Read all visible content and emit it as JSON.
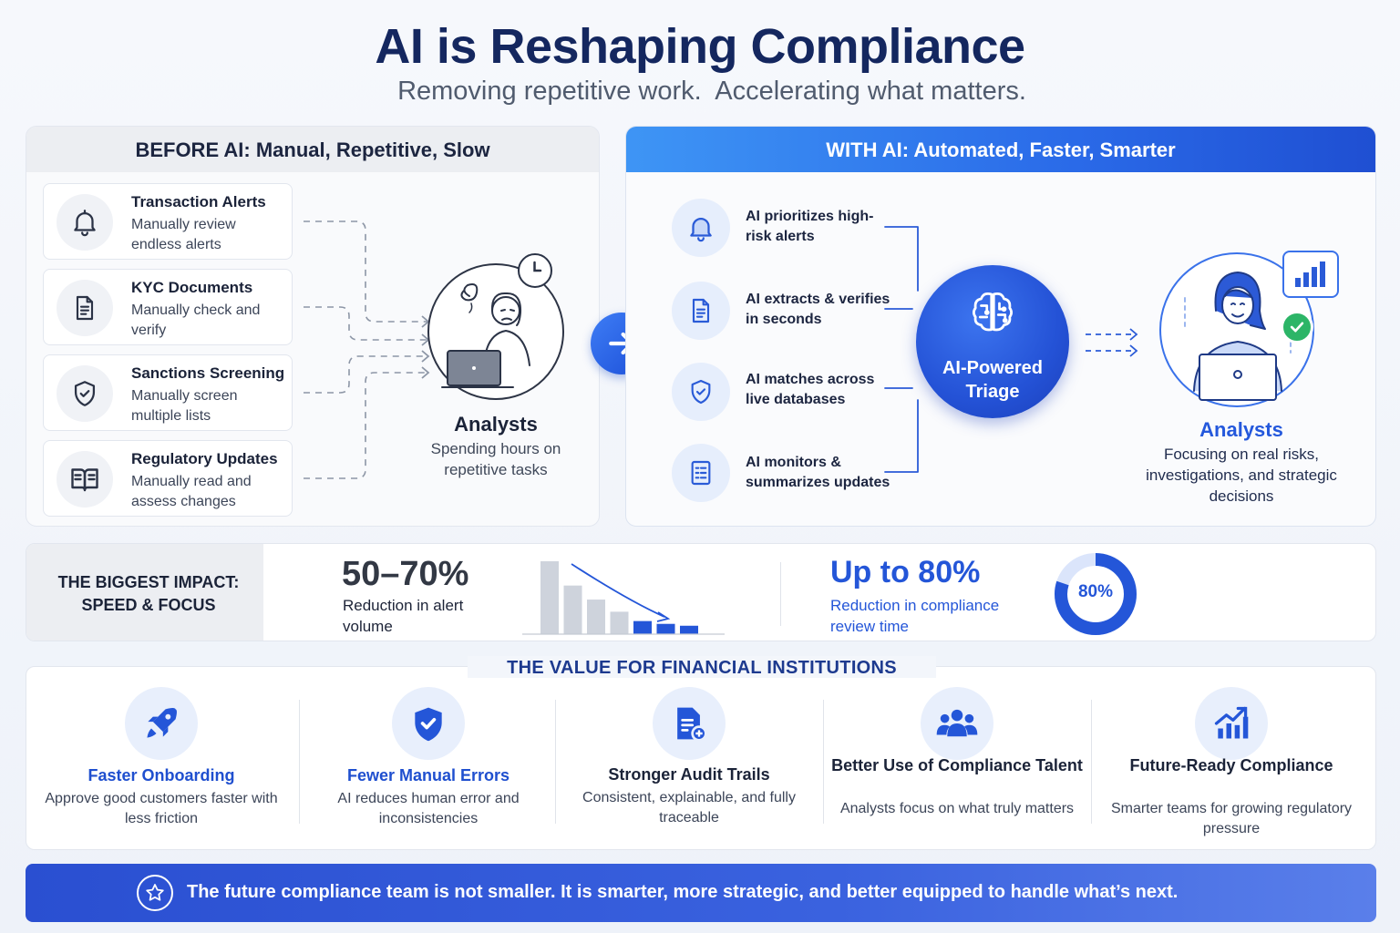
{
  "header": {
    "title": "AI is Reshaping Compliance",
    "subtitle": "Removing repetitive work.  Accelerating what matters."
  },
  "before": {
    "heading": "BEFORE AI: Manual, Repetitive, Slow",
    "tasks": [
      {
        "title": "Transaction Alerts",
        "desc": "Manually review endless alerts",
        "icon": "bell-icon"
      },
      {
        "title": "KYC Documents",
        "desc": "Manually check and verify",
        "icon": "document-icon"
      },
      {
        "title": "Sanctions Screening",
        "desc": "Manually screen multiple lists",
        "icon": "shield-check-icon"
      },
      {
        "title": "Regulatory Updates",
        "desc": "Manually read and assess changes",
        "icon": "open-book-icon"
      }
    ],
    "analyst": {
      "title": "Analysts",
      "desc": "Spending hours on repetitive tasks"
    }
  },
  "with": {
    "heading": "WITH AI: Automated, Faster, Smarter",
    "steps": [
      {
        "text": "AI prioritizes high-risk alerts",
        "icon": "bell-icon"
      },
      {
        "text": "AI extracts & verifies in seconds",
        "icon": "document-icon"
      },
      {
        "text": "AI matches across live databases",
        "icon": "shield-check-icon"
      },
      {
        "text": "AI monitors & summarizes updates",
        "icon": "list-document-icon"
      }
    ],
    "hub": {
      "line1": "AI-Powered",
      "line2": "Triage"
    },
    "analyst": {
      "title": "Analysts",
      "desc": "Focusing on real risks, investigations, and strategic decisions"
    }
  },
  "impact": {
    "label": "THE BIGGEST IMPACT: SPEED & FOCUS",
    "stat1": {
      "value": "50–70%",
      "desc": "Reduction in alert volume"
    },
    "stat2": {
      "value": "Up to 80%",
      "desc": "Reduction in compliance review time",
      "donut_label": "80%",
      "donut_fraction": 0.8
    },
    "alert_bars": [
      78,
      52,
      37,
      24,
      14,
      11,
      9
    ]
  },
  "value": {
    "heading": "THE VALUE FOR FINANCIAL INSTITUTIONS",
    "items": [
      {
        "title": "Faster Onboarding",
        "desc": "Approve good customers faster with less friction",
        "icon": "rocket-icon",
        "title_color": "#1f4fcf"
      },
      {
        "title": "Fewer Manual Errors",
        "desc": "AI reduces human error and inconsistencies",
        "icon": "shield-check-icon",
        "title_color": "#1f4fcf"
      },
      {
        "title": "Stronger Audit Trails",
        "desc": "Consistent, explainable, and fully traceable",
        "icon": "audit-document-icon",
        "title_color": "#1b2338"
      },
      {
        "title": "Better Use of Compliance Talent",
        "desc": "Analysts focus on what truly matters",
        "icon": "team-icon",
        "title_color": "#1b2338"
      },
      {
        "title": "Future-Ready Compliance",
        "desc": "Smarter teams for growing regulatory pressure",
        "icon": "growth-chart-icon",
        "title_color": "#1b2338"
      }
    ]
  },
  "banner": {
    "text": "The future compliance team is not smaller. It is smarter, more strategic, and better equipped to handle what’s next.",
    "icon": "star-icon"
  },
  "colors": {
    "accent": "#2456d8",
    "navy": "#14275f",
    "success": "#2cb567"
  }
}
